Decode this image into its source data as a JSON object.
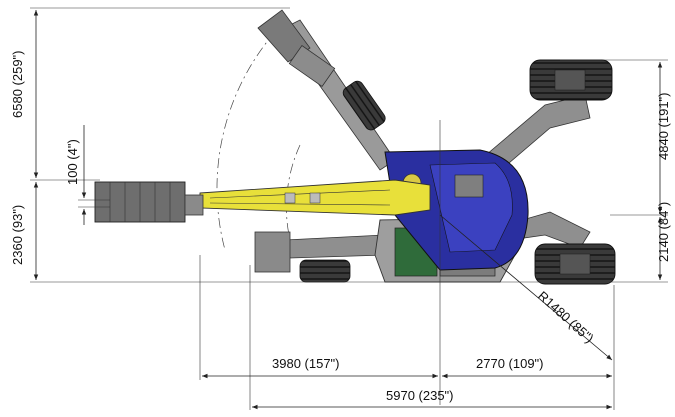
{
  "dimensions": {
    "height_total": "6580 (259\")",
    "height_lower": "2360 (93\")",
    "bucket_width": "100 (4\")",
    "right_upper": "4840 (191\")",
    "right_lower": "2140 (84\")",
    "radius": "R1480 (85\")",
    "front_reach": "3980 (157\")",
    "rear_reach": "2770 (109\")",
    "overall_length": "5970 (235\")"
  },
  "colors": {
    "cab": "#2a2fa0",
    "boom": "#e8e03a",
    "frame": "#8a8a8a",
    "tire": "#2b2b2b",
    "engine": "#2f6b3a"
  }
}
